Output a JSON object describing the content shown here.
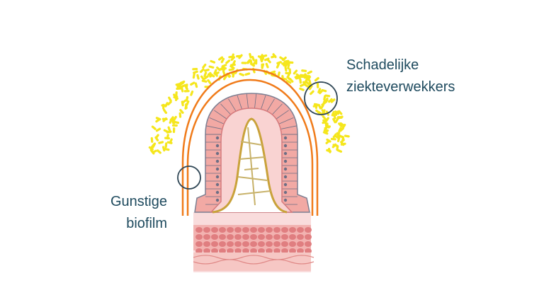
{
  "labels": {
    "harmful": [
      "Schadelijke",
      "ziekteverwekkers"
    ],
    "beneficial": [
      "Gunstige",
      "biofilm"
    ]
  },
  "colors": {
    "text": "#1e4a5e",
    "bacteria": "#f5e61c",
    "biofilm": "#f07b1a",
    "epithelium": "#f2a9a4",
    "callout_circle": "#2f4655"
  }
}
